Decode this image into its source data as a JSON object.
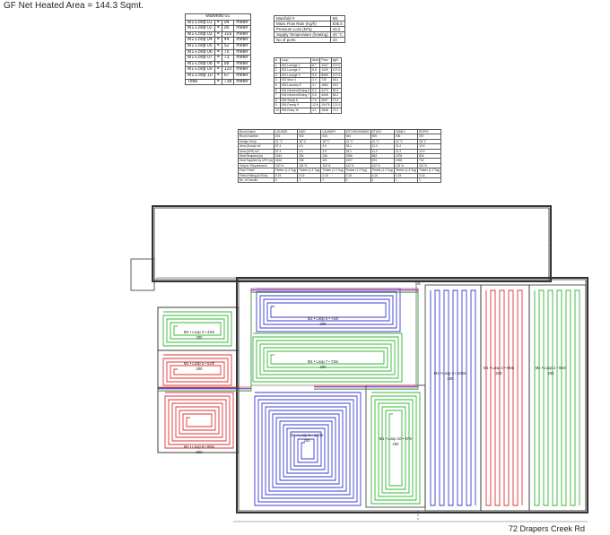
{
  "header": {
    "title": "GF Net Heated Area = 144.3 Sqmt."
  },
  "footer": {
    "address": "72 Drapers Creek Rd"
  },
  "manifold_table": {
    "title": "Manifold 01",
    "rows": [
      [
        "M1-Loop 01",
        "=",
        "94",
        "meter"
      ],
      [
        "M1-Loop 02",
        "=",
        "95",
        "meter"
      ],
      [
        "M1-Loop 03",
        "=",
        "103",
        "meter"
      ],
      [
        "M1-Loop 04",
        "=",
        "44",
        "meter"
      ],
      [
        "M1-Loop 05",
        "=",
        "52",
        "meter"
      ],
      [
        "M1-Loop 06",
        "=",
        "75",
        "meter"
      ],
      [
        "M1-Loop 07",
        "=",
        "73",
        "meter"
      ],
      [
        "M1-Loop 08",
        "=",
        "88",
        "meter"
      ],
      [
        "M1-Loop 09",
        "=",
        "120",
        "meter"
      ],
      [
        "M1-Loop 10",
        "=",
        "67",
        "meter"
      ]
    ],
    "total": [
      "Total",
      "=",
      "738",
      "meter"
    ]
  },
  "specs_table": {
    "rows": [
      [
        "Manifold #",
        "M1"
      ],
      [
        "Mass Flow Rate (Kg/h)",
        "836.5"
      ],
      [
        "Pressure Loss (kPa)",
        "15.2"
      ],
      [
        "Supply Temperature (heating)",
        "40 °C"
      ],
      [
        "No of ports",
        "10"
      ]
    ]
  },
  "loops_table": {
    "header": [
      "#",
      "Loop",
      "Area",
      "Flow",
      "kg/h"
    ],
    "rows": [
      [
        "1",
        "001 Lounge 1",
        "8.7",
        "1047",
        "107.0"
      ],
      [
        "2",
        "001 Lounge 2",
        "8.8",
        "1429",
        "107.0"
      ],
      [
        "3",
        "001 Lounge 3",
        "9.6",
        "8959",
        "107.0"
      ],
      [
        "4",
        "002 Mud 4",
        "3.4",
        "725",
        "36.2"
      ],
      [
        "5",
        "003 Laundry 5",
        "3.7",
        "1684",
        "49.2"
      ],
      [
        "6",
        "004 Kitchen/Dining 6",
        "6.2",
        "4473",
        "80.2"
      ],
      [
        "7",
        "004 Kitchen/Dining 7",
        "5.8",
        "4548",
        "86.2"
      ],
      [
        "8",
        "005 Study 8",
        "7.0",
        "4597",
        "70.4"
      ],
      [
        "9",
        "006 Family 9",
        "12.6",
        "10476",
        "121.0"
      ],
      [
        "10",
        "006 Entry 10",
        "4.1",
        "2848",
        "71.2"
      ]
    ]
  },
  "rooms_table": {
    "rows": [
      [
        "Room Name",
        "LOUNGE",
        "MUD",
        "LAUNDRY",
        "KITCHEN/DINING",
        "STUDY",
        "FAMILY",
        "ENTRY"
      ],
      [
        "Room Number",
        "001",
        "002",
        "003",
        "004",
        "005",
        "006",
        "007"
      ],
      [
        "Design Temp.",
        "21 °C",
        "18 °C",
        "18 °C",
        "21 °C",
        "21 °C",
        "21 °C",
        "18 °C"
      ],
      [
        "Area (Gross) m2",
        "57.4",
        "4.0",
        "3.9",
        "33.1",
        "11.3",
        "21.2",
        "10.9"
      ],
      [
        "Area (UFH) m2",
        "57.4",
        "4.0",
        "3.9",
        "33.1",
        "11.3",
        "21.2",
        "10.9"
      ],
      [
        "Heat Required (w)",
        "3444",
        "284",
        "246",
        "1986",
        "863",
        "1578",
        "804"
      ],
      [
        "Heat Supplied by UFH (w)",
        "3616",
        "336",
        "401",
        "2227",
        "874",
        "1928",
        "762"
      ],
      [
        "Output / Requirement",
        "100 %",
        "118 %",
        "115 %",
        "112 %",
        "102 %",
        "102 %",
        "110 %"
      ],
      [
        "Floor Finish",
        "Timber (1.3 Tog)",
        "Timber (1.3 Tog)",
        "Timber (1.3 Tog)",
        "Timber (1.3 Tog)",
        "Timber (1.3 Tog)",
        "Timber (1.3 Tog)",
        "Timber (1.3 Tog)"
      ],
      [
        "Finish Rating (m2K/w)",
        "0.15",
        "0.15",
        "0.15",
        "0.15",
        "0.15",
        "0.15",
        "0.15"
      ],
      [
        "No. of Circuits",
        "3",
        "1",
        "1",
        "2",
        "1",
        "1",
        "1"
      ]
    ]
  },
  "plan": {
    "manifold_label": "M1",
    "loops": [
      {
        "label": "M1 • Loop 6 • 75m",
        "value": "200"
      },
      {
        "label": "M1 • Loop 4 • 44m",
        "value": "200"
      },
      {
        "label": "M1 • Loop 7 • 73m",
        "value": "200"
      },
      {
        "label": "M1 • Loop 5 • 52m",
        "value": "200"
      },
      {
        "label": "M1 • Loop 8 • 88m",
        "value": "200"
      },
      {
        "label": "M1 • Loop 9 • 120m",
        "value": "200"
      },
      {
        "label": "M1 • Loop 10 • 67m",
        "value": "200"
      },
      {
        "label": "M1 • Loop 3 • 103m",
        "value": "200"
      },
      {
        "label": "M1 • Loop 2 • 95m",
        "value": "200"
      },
      {
        "label": "M1 • Loop 1 • 94m",
        "value": "200"
      }
    ],
    "colors": {
      "green": "#33b833",
      "red": "#e03030",
      "blue": "#3a3ad0",
      "purple": "#b040b0",
      "wall": "#333333"
    }
  }
}
